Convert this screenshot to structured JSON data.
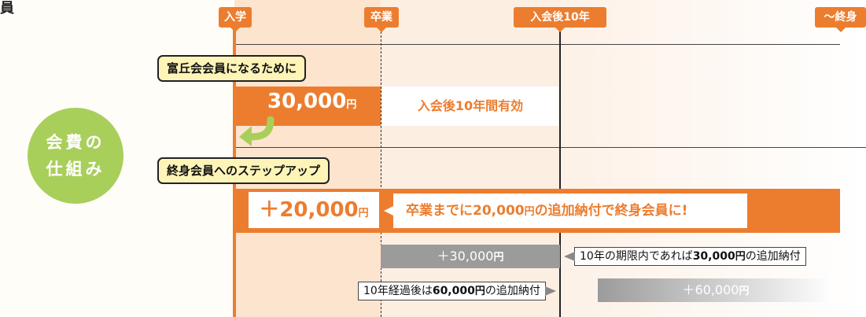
{
  "top_title_fragment": "員",
  "timeline": {
    "markers": [
      {
        "label": "入学"
      },
      {
        "label": "卒業"
      },
      {
        "label": "入会後10年"
      },
      {
        "label": "～終身"
      }
    ]
  },
  "circle": {
    "line1": "会費の",
    "line2": "仕組み"
  },
  "section1": {
    "label": "富丘会会員になるために",
    "fee_amount": "30,000",
    "fee_unit": "円",
    "validity": "入会後10年間有効"
  },
  "section2": {
    "label": "終身会員へのステップアップ",
    "fee_amount": "＋20,000",
    "fee_unit": "円",
    "message_pre": "卒業までに",
    "message_amount": "20,000",
    "message_unit": "円",
    "message_post": "の追加納付で終身会員に!"
  },
  "option1": {
    "bar_amount": "＋30,000",
    "bar_unit": "円",
    "note_pre": "10年の期限内であれば",
    "note_amount": "30,000",
    "note_unit": "円",
    "note_post": "の追加納付"
  },
  "option2": {
    "bar_amount": "＋60,000",
    "bar_unit": "円",
    "note_pre": "10年経過後は",
    "note_amount": "60,000",
    "note_unit": "円",
    "note_post": "の追加納付"
  },
  "colors": {
    "orange": "#ec7d2f",
    "green": "#a9cf5b",
    "label_yellow": "#fff4b8",
    "gray": "#9b9b9b"
  }
}
